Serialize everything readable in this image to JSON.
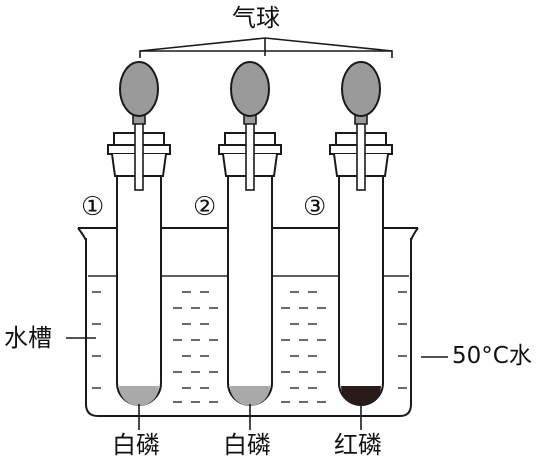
{
  "labels": {
    "balloon": "气球",
    "tube_1": "①",
    "tube_2": "②",
    "tube_3": "③",
    "trough": "水槽",
    "water": "50°C水",
    "sample_1": "白磷",
    "sample_2": "白磷",
    "sample_3": "红磷"
  },
  "colors": {
    "balloon_fill": "#9a9a9a",
    "white_phosphorus": "#a9a9a9",
    "red_phosphorus": "#2a1a1a",
    "line": "#1a1a1a",
    "water_dash": "#2a2a2a"
  }
}
